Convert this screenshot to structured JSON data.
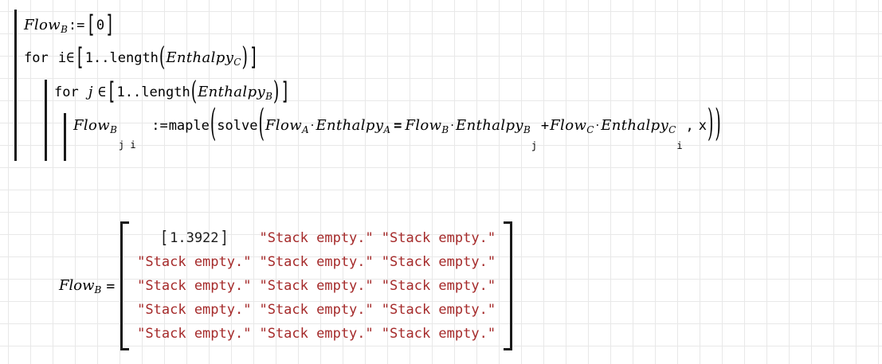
{
  "document": {
    "kind": "mathcad-worksheet",
    "background_grid_color": "#e8e8e8",
    "page_background": "#ffffff",
    "text_color": "#000000",
    "error_string_color": "#a52a2a"
  },
  "program": {
    "lines": [
      {
        "id": "init",
        "target": "Flow",
        "target_subscript": "B",
        "operator": ":=",
        "open_bracket": "[",
        "value": "0",
        "close_bracket": "]"
      },
      {
        "id": "for-i",
        "keyword": "for",
        "index": "i",
        "member_of": "∈",
        "open_bracket": "[",
        "range_start": "1",
        "range_dots": "..",
        "func": "length",
        "open_paren": "(",
        "arg": "Enthalpy",
        "arg_subscript": "C",
        "close_paren": ")",
        "close_bracket": "]"
      },
      {
        "id": "for-j",
        "keyword": "for",
        "index": "j",
        "member_of": "∈",
        "open_bracket": "[",
        "range_start": "1",
        "range_dots": "..",
        "func": "length",
        "open_paren": "(",
        "arg": "Enthalpy",
        "arg_subscript": "B",
        "close_paren": ")",
        "close_bracket": "]"
      },
      {
        "id": "assign",
        "target": "Flow",
        "target_subscript": "B",
        "target_indices": "j i",
        "operator": ":=",
        "func_outer": "maple",
        "open_paren_outer": "(",
        "func_inner": "solve",
        "open_paren_inner": "(",
        "lhs_var": "Flow",
        "lhs_var_sub": "A",
        "mul": "·",
        "lhs_factor": "Enthalpy",
        "lhs_factor_sub": "A",
        "equals": "=",
        "rhs1_var": "Flow",
        "rhs1_var_sub": "B",
        "rhs1_factor": "Enthalpy",
        "rhs1_factor_sub": "B",
        "rhs1_factor_idx": "j",
        "plus": "+",
        "rhs2_var": "Flow",
        "rhs2_var_sub": "C",
        "rhs2_factor": "Enthalpy",
        "rhs2_factor_sub": "C",
        "rhs2_factor_idx": "i",
        "comma": ",",
        "solve_for": "x",
        "close_paren_inner": ")",
        "close_paren_outer": ")"
      }
    ]
  },
  "result": {
    "label_name": "Flow",
    "label_subscript": "B",
    "evaluation_operator": "=",
    "matrix": {
      "rows": 5,
      "cols": 3,
      "cells": [
        [
          "[ 1.3922 ]",
          "\"Stack empty.\"",
          "\"Stack empty.\""
        ],
        [
          "\"Stack empty.\"",
          "\"Stack empty.\"",
          "\"Stack empty.\""
        ],
        [
          "\"Stack empty.\"",
          "\"Stack empty.\"",
          "\"Stack empty.\""
        ],
        [
          "\"Stack empty.\"",
          "\"Stack empty.\"",
          "\"Stack empty.\""
        ],
        [
          "\"Stack empty.\"",
          "\"Stack empty.\"",
          "\"Stack empty.\""
        ]
      ],
      "cell_types": [
        [
          "number-vector",
          "string",
          "string"
        ],
        [
          "string",
          "string",
          "string"
        ],
        [
          "string",
          "string",
          "string"
        ],
        [
          "string",
          "string",
          "string"
        ],
        [
          "string",
          "string",
          "string"
        ]
      ],
      "numeric_value": "1.3922",
      "numeric_open": "[",
      "numeric_close": "]"
    }
  }
}
